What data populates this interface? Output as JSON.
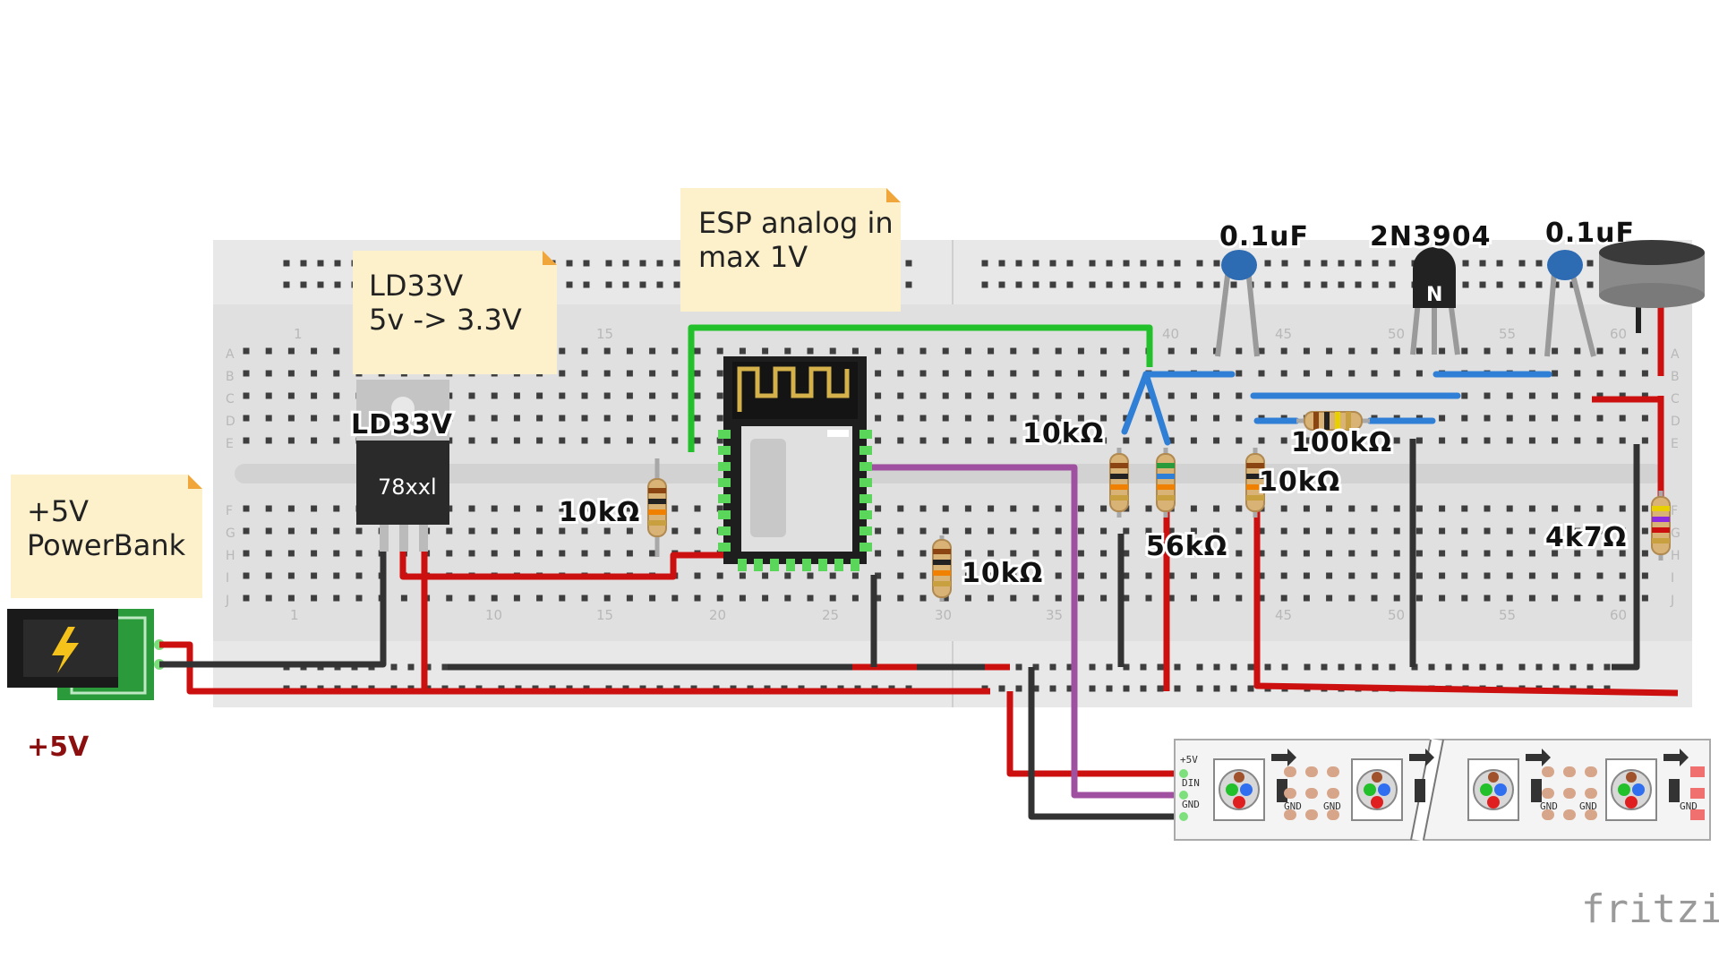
{
  "notes": {
    "esp": [
      "ESP analog in",
      "max 1V"
    ],
    "ld33": [
      "LD33V",
      "5v -> 3.3V"
    ],
    "power": [
      "+5V",
      "PowerBank"
    ]
  },
  "labels": {
    "regulator": "LD33V",
    "regulator_body": "78xxl",
    "power_jack": "+5V",
    "cap_left": "0.1uF",
    "cap_right": "0.1uF",
    "transistor": "2N3904",
    "transistor_mark": "N",
    "r_esp": "10kΩ",
    "r_esp2": "10kΩ",
    "r_div_top": "10kΩ",
    "r_div_bottom": "56kΩ",
    "r_100k": "100kΩ",
    "r_10k_b": "10kΩ",
    "r_4k7": "4k7Ω",
    "brand": "fritzing"
  },
  "breadboard": {
    "column_numbers": [
      "1",
      "15",
      "10",
      "15",
      "20",
      "25",
      "30",
      "35",
      "40",
      "45",
      "50",
      "55",
      "60"
    ],
    "row_letters": [
      "A",
      "B",
      "C",
      "D",
      "E",
      "F",
      "G",
      "H",
      "I",
      "J"
    ]
  },
  "led_strip": {
    "pins": [
      "+5V",
      "DIN",
      "GND"
    ],
    "gnd_labels": [
      "GND",
      "GND",
      "GND",
      "GND",
      "GND"
    ]
  },
  "colors": {
    "wire_red": "#cc1010",
    "wire_black": "#333333",
    "wire_green": "#22c02a",
    "wire_blue": "#2f7fd6",
    "wire_purple": "#a050a0",
    "note": "#fdf1cc",
    "breadboard": "#e0e0e0"
  }
}
